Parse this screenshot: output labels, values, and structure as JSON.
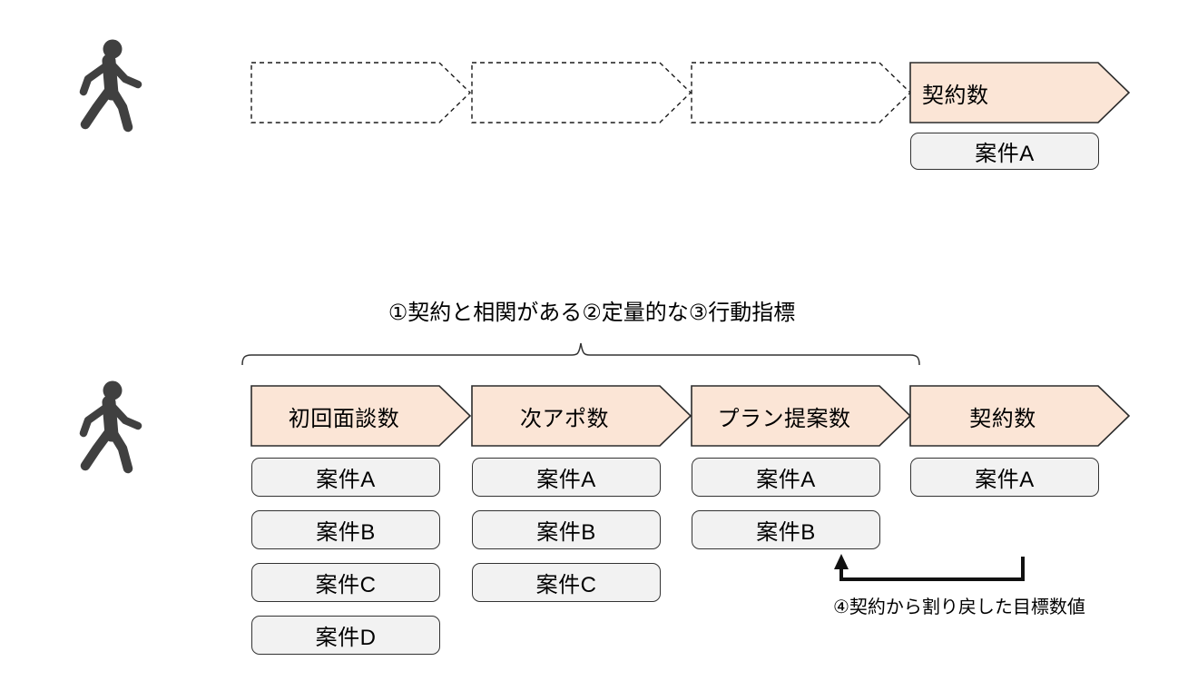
{
  "palette": {
    "chevron_fill": "#FBE5D6",
    "chevron_border": "#2B2B2B",
    "deal_box_fill": "#F2F2F2",
    "deal_box_border": "#333333",
    "person_icon_color": "#404040",
    "arrow_color": "#111111",
    "text_color": "#000000",
    "background": "#FFFFFF"
  },
  "top_row": {
    "person_icon": "walking-person-icon",
    "empty_stage_count": 3,
    "final_stage": {
      "label": "契約数"
    },
    "deals": [
      "案件A"
    ]
  },
  "annotations": {
    "criteria_note": "①契約と相関がある②定量的な③行動指標",
    "backsolve_note": "④契約から割り戻した目標数値"
  },
  "bottom_row": {
    "person_icon": "walking-person-icon",
    "stages": [
      {
        "label": "初回面談数",
        "deals": [
          "案件A",
          "案件B",
          "案件C",
          "案件D"
        ]
      },
      {
        "label": "次アポ数",
        "deals": [
          "案件A",
          "案件B",
          "案件C"
        ]
      },
      {
        "label": "プラン提案数",
        "deals": [
          "案件A",
          "案件B"
        ]
      },
      {
        "label": "契約数",
        "deals": [
          "案件A"
        ]
      }
    ]
  }
}
